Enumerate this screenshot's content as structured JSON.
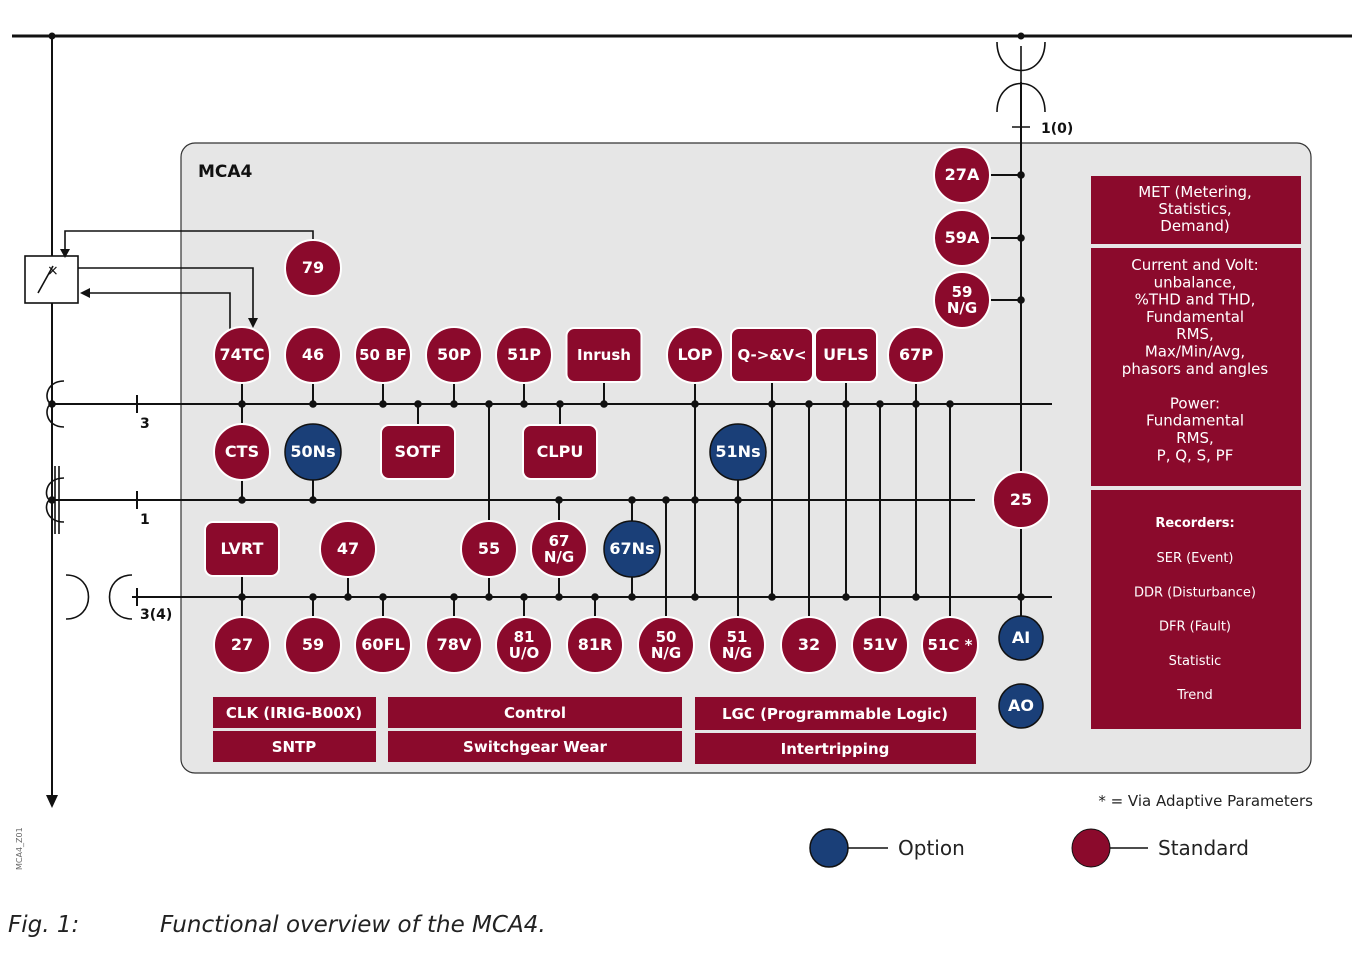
{
  "device_title": "MCA4",
  "colors": {
    "standard": "#8b0a2c",
    "option": "#1a3f78",
    "panel": "#e6e6e6"
  },
  "side_labels": {
    "ct3": "3",
    "ct1": "1",
    "vt3": "3(4)",
    "vt_top": "1(0)",
    "watermark": "MCA4_Z01"
  },
  "functions": {
    "f79": "79",
    "f74tc": "74TC",
    "f46": "46",
    "f50bf": "50 BF",
    "f50p": "50P",
    "f51p": "51P",
    "inrush": "Inrush",
    "lop": "LOP",
    "qv": "Q->&V<",
    "ufls": "UFLS",
    "f67p": "67P",
    "f27a": "27A",
    "f59a": "59A",
    "f59ng": "59|N/G",
    "cts": "CTS",
    "f50ns": "50Ns",
    "sotf": "SOTF",
    "clpu": "CLPU",
    "f51ns": "51Ns",
    "f25": "25",
    "lvrt": "LVRT",
    "f47": "47",
    "f55": "55",
    "f67ng": "67|N/G",
    "f67ns": "67Ns",
    "f27": "27",
    "f59": "59",
    "f60fl": "60FL",
    "f78v": "78V",
    "f81uo": "81|U/O",
    "f81r": "81R",
    "f50ng": "50|N/G",
    "f51ng": "51|N/G",
    "f32": "32",
    "f51v": "51V",
    "f51c": "51C *",
    "ai": "AI",
    "ao": "AO"
  },
  "bottom_bars": {
    "clk": "CLK (IRIG-B00X)",
    "sntp": "SNTP",
    "control": "Control",
    "switchgear_wear": "Switchgear Wear",
    "lgc": "LGC (Programmable Logic)",
    "intertripping": "Intertripping"
  },
  "right_panel": {
    "met": [
      "MET (Metering,",
      "Statistics,",
      "Demand)"
    ],
    "current_volt": [
      "Current and Volt:",
      "unbalance,",
      "%THD and THD,",
      "Fundamental",
      "RMS,",
      "Max/Min/Avg,",
      "phasors and angles",
      "",
      "Power:",
      "Fundamental",
      "RMS,",
      "P, Q, S, PF"
    ],
    "recorders_title": "Recorders:",
    "recorders": [
      "SER (Event)",
      "DDR (Disturbance)",
      "DFR (Fault)",
      "Statistic",
      "Trend"
    ]
  },
  "legend": {
    "footnote": "* = Via Adaptive Parameters",
    "option": "Option",
    "standard": "Standard"
  },
  "caption": {
    "fig": "Fig. 1:",
    "text": "Functional overview of the MCA4."
  }
}
